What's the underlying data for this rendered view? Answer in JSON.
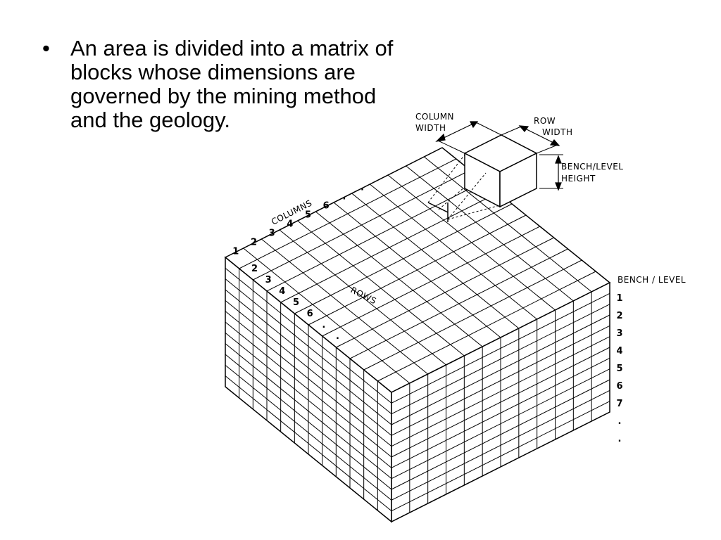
{
  "slide": {
    "bullet_marker": "•",
    "bullet_lines": [
      "An area is divided into a matrix of",
      "blocks whose dimensions are",
      "governed by the mining method",
      "and the geology."
    ]
  },
  "diagram": {
    "labels": {
      "column_width": [
        "COLUMN",
        "WIDTH"
      ],
      "row_width": [
        "ROW",
        "WIDTH"
      ],
      "bench_height": [
        "BENCH/LEVEL",
        "HEIGHT"
      ],
      "columns": "COLUMNS",
      "rows": "ROWS",
      "bench_level": "BENCH / LEVEL"
    },
    "column_numbers": [
      "1",
      "2",
      "3",
      "4",
      "5",
      "6",
      ".",
      "."
    ],
    "row_numbers": [
      "2",
      "3",
      "4",
      "5",
      "6",
      ".",
      "."
    ],
    "bench_numbers": [
      "1",
      "2",
      "3",
      "4",
      "5",
      "6",
      "7",
      ".",
      "."
    ]
  }
}
